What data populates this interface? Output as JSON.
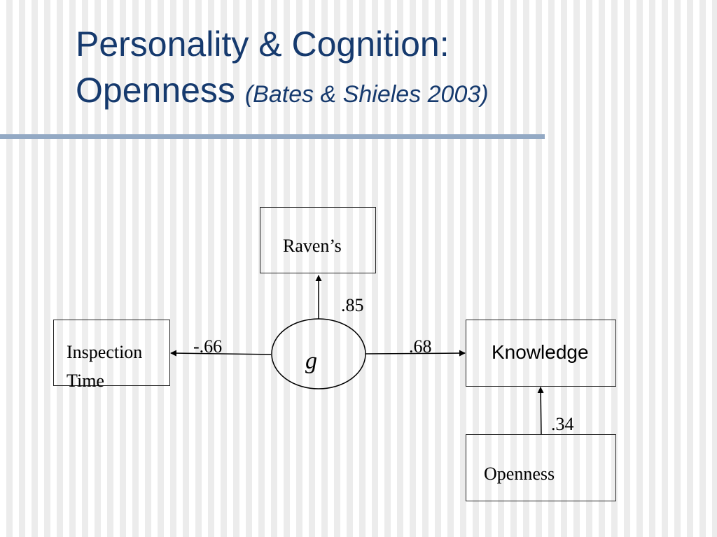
{
  "slide": {
    "title_line1": "Personality &  Cognition:",
    "title_line2": "Openness",
    "title_citation": "(Bates & Shieles 2003)"
  },
  "diagram": {
    "latent": "g",
    "nodes": {
      "ravens": "Raven’s",
      "inspection_line1": "Inspection",
      "inspection_line2": "Time",
      "knowledge": "Knowledge",
      "openness": "Openness"
    },
    "paths": {
      "g_to_ravens": ".85",
      "g_to_inspection": "-.66",
      "g_to_knowledge": ".68",
      "openness_to_knowledge": ".34"
    }
  }
}
